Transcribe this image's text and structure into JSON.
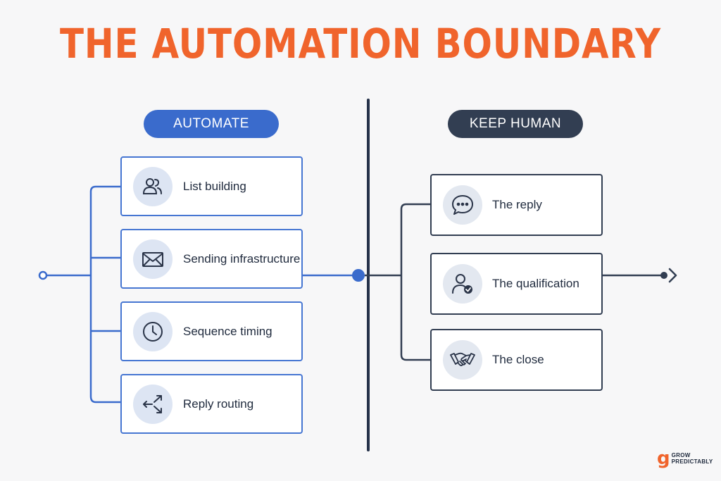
{
  "title": "THE AUTOMATION BOUNDARY",
  "automate": {
    "label": "AUTOMATE",
    "items": [
      {
        "label": "List building",
        "icon": "users-icon"
      },
      {
        "label": "Sending infrastructure",
        "icon": "mail-icon"
      },
      {
        "label": "Sequence timing",
        "icon": "clock-icon"
      },
      {
        "label": "Reply routing",
        "icon": "routing-arrows-icon"
      }
    ]
  },
  "keep_human": {
    "label": "KEEP HUMAN",
    "items": [
      {
        "label": "The reply",
        "icon": "chat-bubble-icon"
      },
      {
        "label": "The qualification",
        "icon": "user-check-icon"
      },
      {
        "label": "The close",
        "icon": "handshake-icon"
      }
    ]
  },
  "brand": {
    "mark": "g",
    "line1": "GROW",
    "line2": "PREDICTABLY"
  },
  "colors": {
    "title": "#f0642c",
    "automate": "#3a6bcc",
    "human": "#323e52"
  }
}
